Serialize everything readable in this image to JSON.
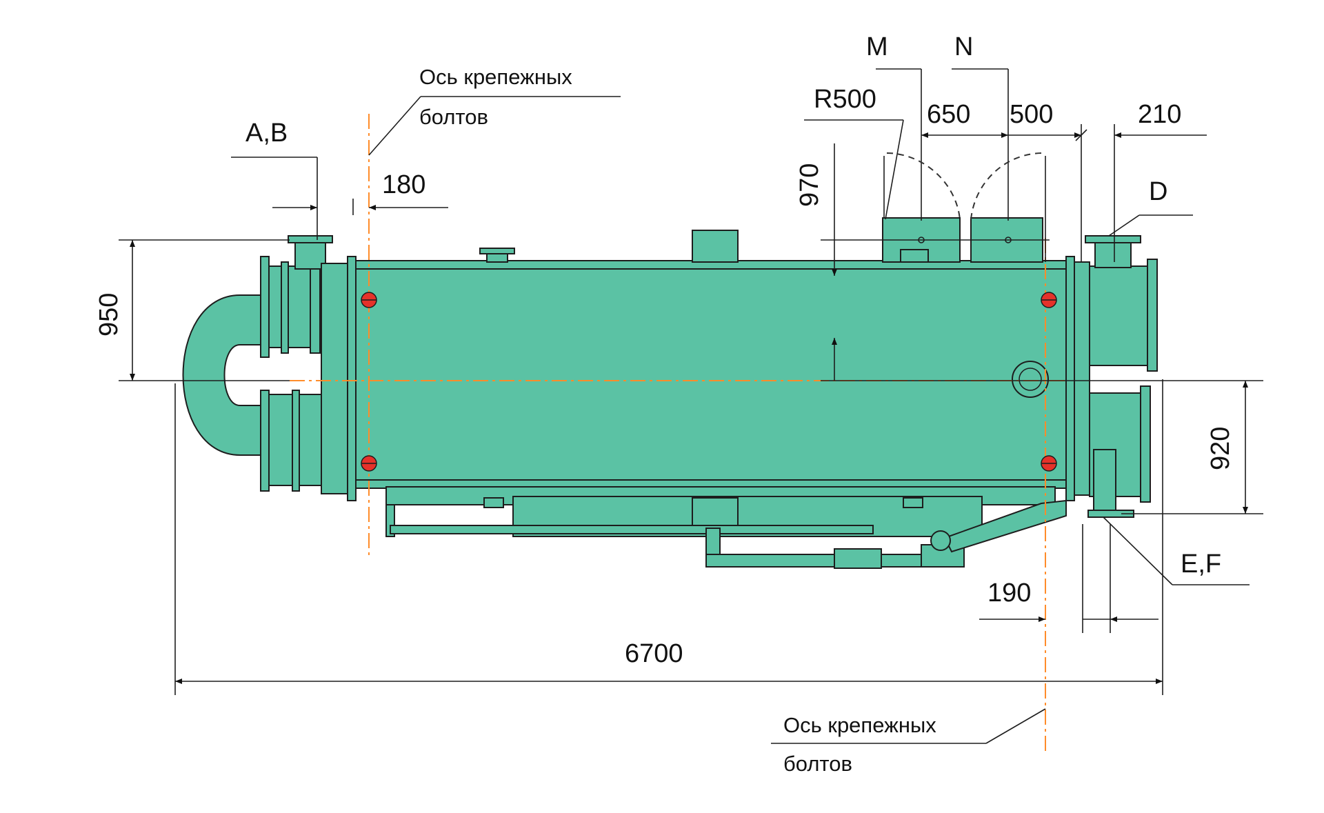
{
  "drawing": {
    "colors": {
      "body": "#5bc2a4",
      "outline": "#1d1d1d",
      "bolt_axis": "#ff8c2a",
      "bolt_marker": "#e5322a",
      "background": "#ffffff"
    },
    "labels": {
      "bolt_axis_top": [
        "Ось крепежных",
        "болтов"
      ],
      "bolt_axis_bottom": [
        "Ось крепежных",
        "болтов"
      ],
      "port_ab": "A,B",
      "port_d": "D",
      "port_ef": "E,F",
      "port_m": "M",
      "port_n": "N",
      "radius": "R500"
    },
    "dimensions": {
      "overall_length": "6700",
      "height_950": "950",
      "height_970": "970",
      "height_920": "920",
      "offset_180": "180",
      "offset_190": "190",
      "spacing_650": "650",
      "spacing_500": "500",
      "offset_210": "210"
    }
  }
}
